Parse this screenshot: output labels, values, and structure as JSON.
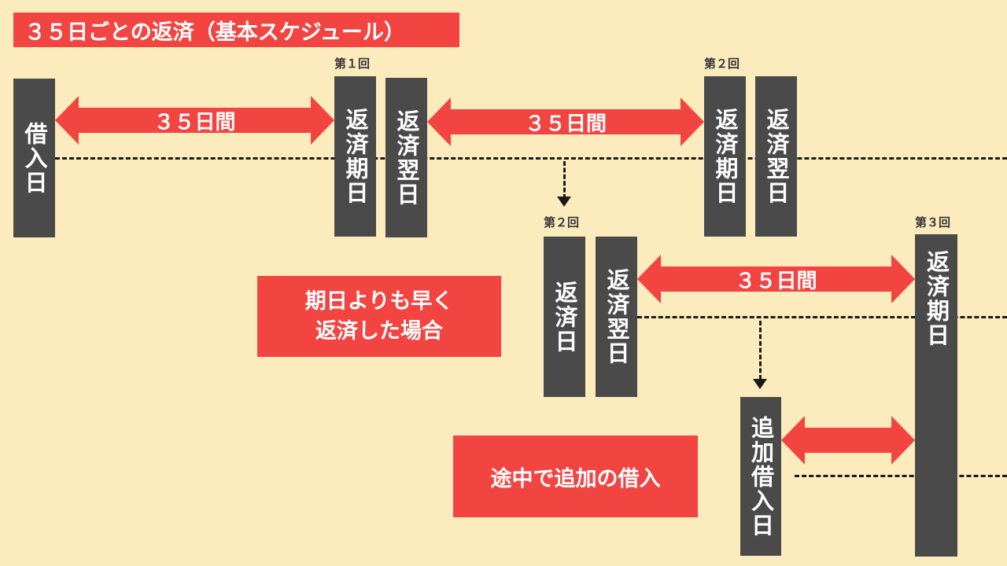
{
  "title": "３５日ごとの返済（基本スケジュール）",
  "rounds": {
    "r1": "第１回",
    "r2": "第２回",
    "r3": "第３回"
  },
  "bars": {
    "borrow": "借入日",
    "due1": "返済期日",
    "next1": "返済翌日",
    "due2": "返済期日",
    "next2": "返済翌日",
    "early": "返済日",
    "early_next": "返済翌日",
    "due3": "返済期日",
    "extra_borrow": "追加借入日"
  },
  "arrows": {
    "span1": "３５日間",
    "span2": "３５日間",
    "span3": "３５日間"
  },
  "notes": {
    "early": "期日よりも早く\n返済した場合",
    "extra": "途中で追加の借入"
  },
  "colors": {
    "background": "#fcebbd",
    "accent": "#f24542",
    "bar": "#4a4a4a"
  }
}
